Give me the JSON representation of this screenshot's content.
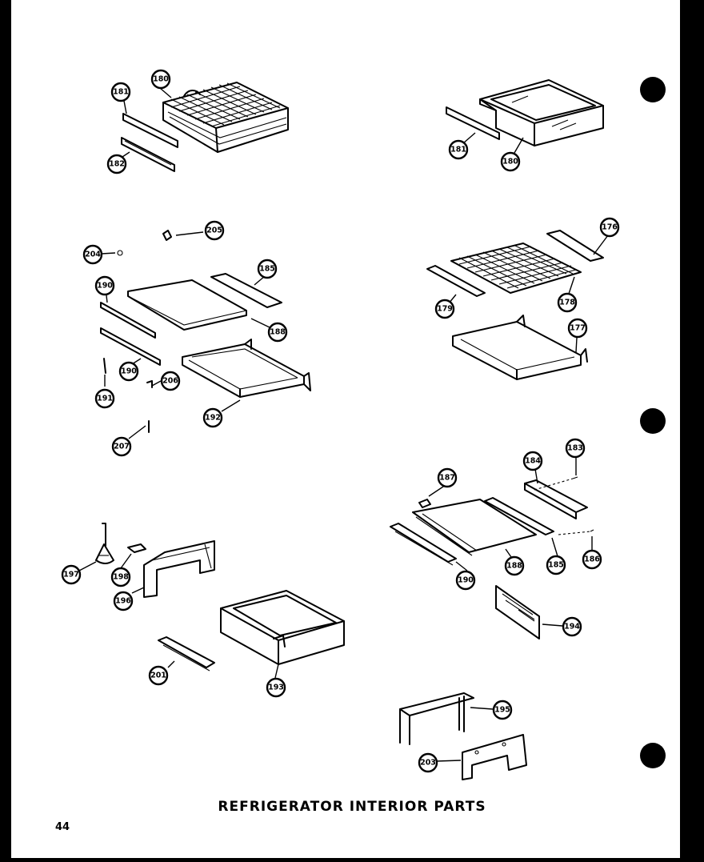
{
  "title": "REFRIGERATOR INTERIOR PARTS",
  "page_number": "44",
  "callouts": [
    {
      "id": "c1",
      "label": "181"
    },
    {
      "id": "c2",
      "label": "180"
    },
    {
      "id": "c3",
      "label": "182"
    },
    {
      "id": "c4",
      "label": "181"
    },
    {
      "id": "c5",
      "label": "180"
    },
    {
      "id": "c6",
      "label": "205"
    },
    {
      "id": "c7",
      "label": "204"
    },
    {
      "id": "c8",
      "label": "185"
    },
    {
      "id": "c9",
      "label": "190"
    },
    {
      "id": "c10",
      "label": "188"
    },
    {
      "id": "c11",
      "label": "190"
    },
    {
      "id": "c12",
      "label": "206"
    },
    {
      "id": "c13",
      "label": "191"
    },
    {
      "id": "c14",
      "label": "192"
    },
    {
      "id": "c15",
      "label": "207"
    },
    {
      "id": "c16",
      "label": "176"
    },
    {
      "id": "c17",
      "label": "179"
    },
    {
      "id": "c18",
      "label": "178"
    },
    {
      "id": "c19",
      "label": "177"
    },
    {
      "id": "c20",
      "label": "184"
    },
    {
      "id": "c21",
      "label": "183"
    },
    {
      "id": "c22",
      "label": "187"
    },
    {
      "id": "c23",
      "label": "185"
    },
    {
      "id": "c24",
      "label": "186"
    },
    {
      "id": "c25",
      "label": "190"
    },
    {
      "id": "c26",
      "label": "188"
    },
    {
      "id": "c27",
      "label": "194"
    },
    {
      "id": "c28",
      "label": "197"
    },
    {
      "id": "c29",
      "label": "198"
    },
    {
      "id": "c30",
      "label": "196"
    },
    {
      "id": "c31",
      "label": "201"
    },
    {
      "id": "c32",
      "label": "193"
    },
    {
      "id": "c33",
      "label": "195"
    },
    {
      "id": "c34",
      "label": "203"
    }
  ]
}
